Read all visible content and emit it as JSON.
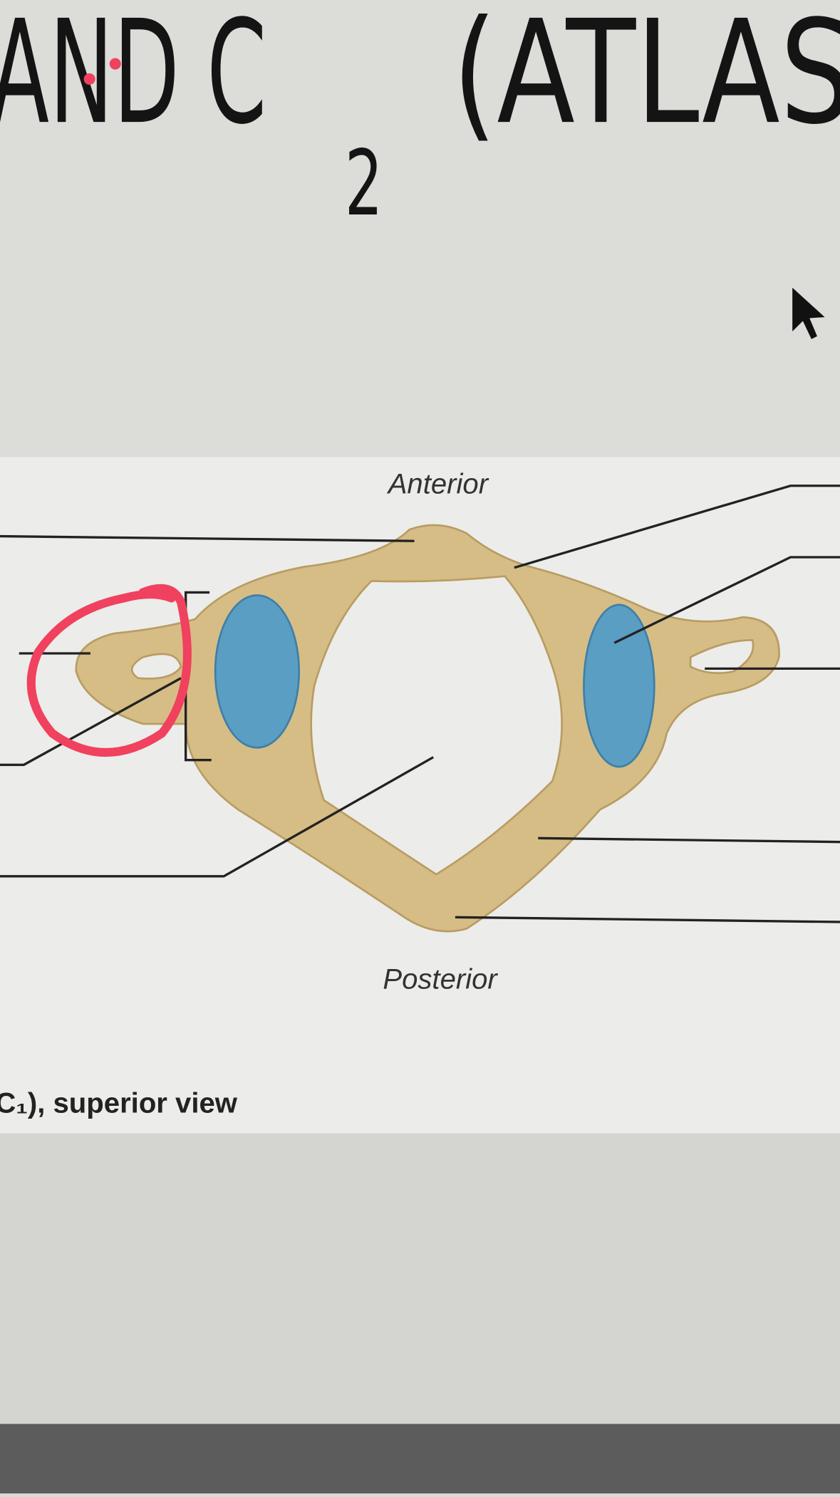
{
  "heading": {
    "main": "AND C",
    "subscript": "2",
    "rest": "(ATLAS"
  },
  "diagram": {
    "label_top": "Anterior",
    "label_bottom": "Posterior",
    "caption": "C₁), superior view"
  },
  "colors": {
    "bone": "#d9c08a",
    "facet": "#5a9ec4",
    "annotation": "#f0415e",
    "screen_bg": "#d9d9d6",
    "panel_bg": "#ececea"
  },
  "cursor": "mouse-pointer-icon"
}
